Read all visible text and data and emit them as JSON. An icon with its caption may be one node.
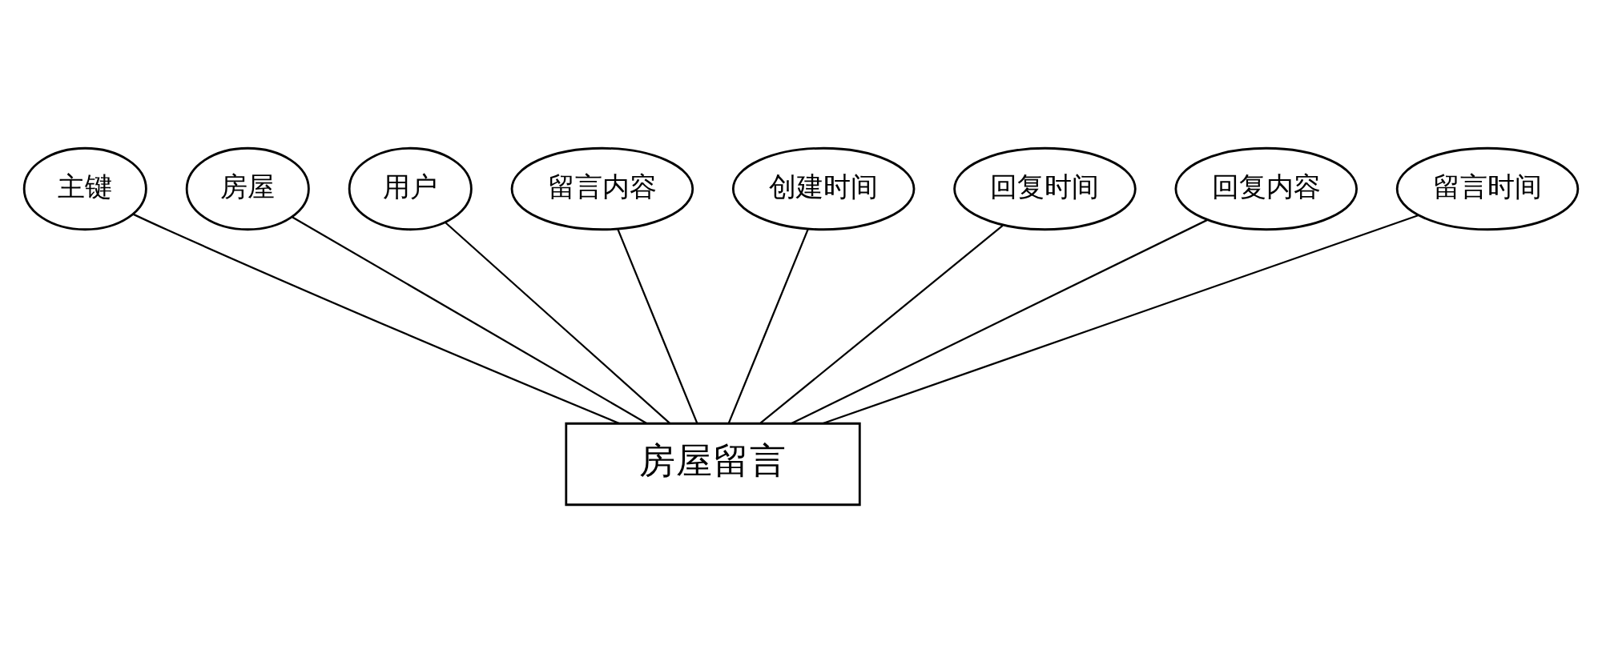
{
  "diagram": {
    "nodes": [
      {
        "text": [
          "主键"
        ]
      },
      {
        "text": [
          "房屋"
        ]
      },
      {
        "text": [
          "用户"
        ]
      },
      {
        "text": [
          "留言内容"
        ]
      },
      {
        "text": [
          "创建时间"
        ]
      },
      {
        "text": [
          "回复时间"
        ]
      },
      {
        "text": [
          "回复内容"
        ]
      },
      {
        "text": [
          "留言时间"
        ]
      },
      {
        "text": [
          "房屋留言"
        ]
      }
    ],
    "edges": [
      {
        "from": 8,
        "to": 0,
        "arrow": "none"
      },
      {
        "from": 8,
        "to": 1,
        "arrow": "none"
      },
      {
        "from": 8,
        "to": 2,
        "arrow": "none"
      },
      {
        "from": 8,
        "to": 3,
        "arrow": "none"
      },
      {
        "from": 8,
        "to": 4,
        "arrow": "none"
      },
      {
        "from": 8,
        "to": 5,
        "arrow": "none"
      },
      {
        "from": 8,
        "to": 6,
        "arrow": "none"
      },
      {
        "from": 8,
        "to": 7,
        "arrow": "none"
      }
    ]
  }
}
